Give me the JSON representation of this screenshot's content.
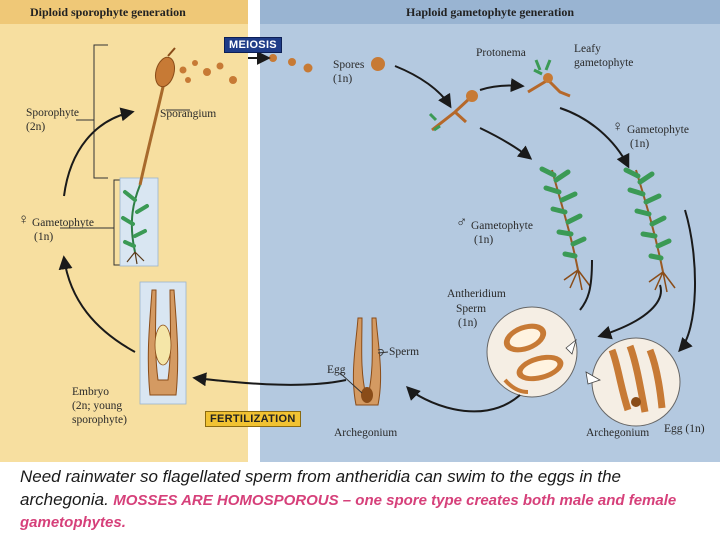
{
  "headers": {
    "diploid": "Diploid sporophyte generation",
    "haploid": "Haploid gametophyte generation"
  },
  "stages": {
    "meiosis": "MEIOSIS",
    "fertilization": "FERTILIZATION"
  },
  "labels": {
    "sporophyte": "Sporophyte",
    "sporophyte_ploidy": "(2n)",
    "sporangium": "Sporangium",
    "female_gametophyte_left": "Gametophyte",
    "female_gametophyte_left_ploidy": "(1n)",
    "embryo": "Embryo",
    "embryo_detail_1": "(2n; young",
    "embryo_detail_2": "sporophyte)",
    "spores": "Spores",
    "spores_ploidy": "(1n)",
    "protonema": "Protonema",
    "leafy_1": "Leafy",
    "leafy_2": "gametophyte",
    "female_gametophyte_right": "Gametophyte",
    "female_gametophyte_right_ploidy": "(1n)",
    "male_gametophyte": "Gametophyte",
    "male_gametophyte_ploidy": "(1n)",
    "antheridium": "Antheridium",
    "sperm_1": "Sperm",
    "sperm_1_ploidy": "(1n)",
    "sperm_2": "Sperm",
    "egg_1": "Egg",
    "archegonium_1": "Archegonium",
    "archegonium_2": "Archegonium",
    "egg_2": "Egg (1n)"
  },
  "caption": {
    "line1": "Need rainwater so flagellated sperm from antheridia can swim to the eggs in the archegonia.",
    "line2": "MOSSES ARE HOMOSPOROUS – one spore type creates both male and female gametophytes."
  },
  "colors": {
    "diploid_bg": "#f7dfa0",
    "haploid_bg": "#b4c9e0",
    "caption_highlight": "#d6407a"
  }
}
